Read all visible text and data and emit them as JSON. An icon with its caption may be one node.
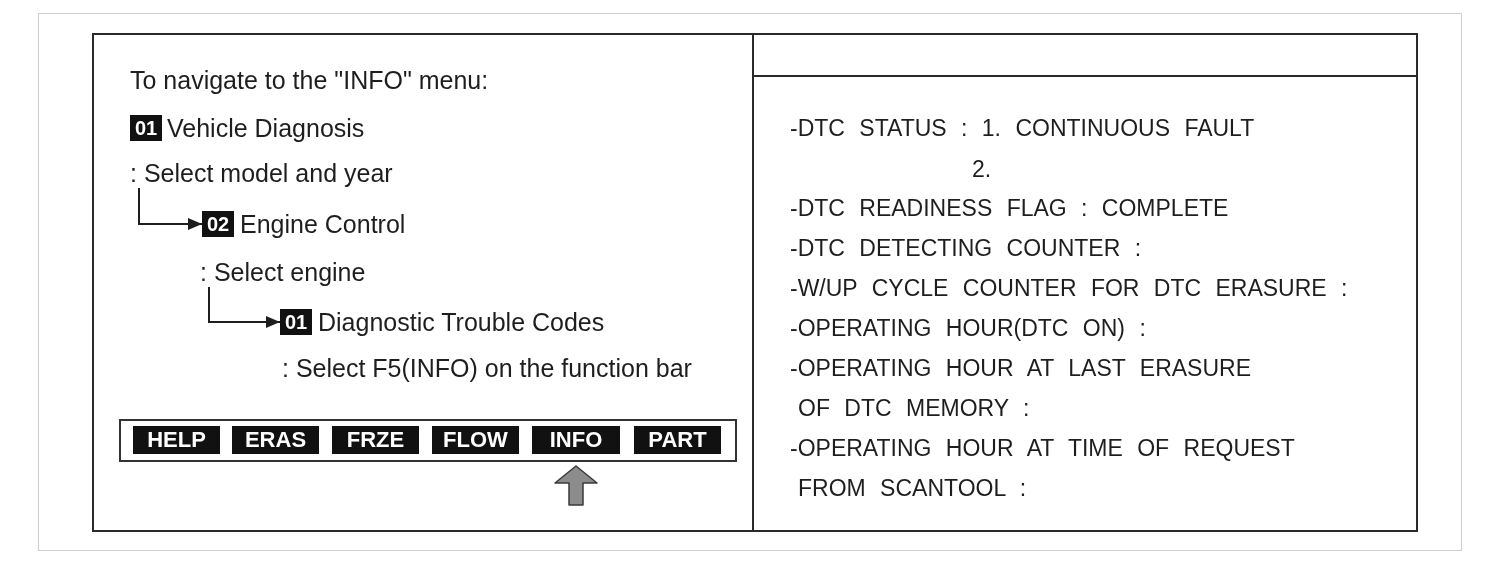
{
  "diagram": {
    "nodes": [
      {
        "text": [
          "To navigate to the \"INFO\" menu:",
          ": Select F5(INFO) on the function bar"
        ]
      },
      {
        "text": [
          "01"
        ],
        "in": 0,
        "beside": [
          "Vehicle Diagnosis"
        ]
      },
      {
        "text": [
          ": Select model and year"
        ],
        "in": 0
      },
      {
        "text": [
          "02"
        ],
        "in": 0,
        "beside": [
          "Engine Control"
        ]
      },
      {
        "text": [
          ": Select engine"
        ],
        "in": 0
      },
      {
        "text": [
          "01"
        ],
        "in": 0,
        "beside": [
          "Diagnostic Trouble Codes"
        ]
      },
      {
        "text": [],
        "shape": "box",
        "in": 0
      },
      {
        "text": [
          "HELP"
        ],
        "in": 6
      },
      {
        "text": [
          "ERAS"
        ],
        "in": 6
      },
      {
        "text": [
          "FRZE"
        ],
        "in": 6
      },
      {
        "text": [
          "FLOW"
        ],
        "in": 6
      },
      {
        "text": [
          "INFO"
        ],
        "in": 6
      },
      {
        "text": [
          "PART"
        ],
        "in": 6
      },
      {
        "text": [
          "-DTC STATUS : 1. CONTINUOUS FAULT",
          "2.",
          "-DTC READINESS FLAG : COMPLETE",
          "-DTC DETECTING COUNTER :",
          "-W/UP CYCLE COUNTER FOR DTC ERASURE :",
          "-OPERATING HOUR(DTC ON) :",
          "-OPERATING HOUR AT LAST ERASURE OF DTC MEMORY :",
          "-OPERATING HOUR AT TIME OF REQUEST FROM SCANTOOL :"
        ]
      }
    ],
    "edges": [
      {
        "from": 2,
        "to": 3,
        "arrow": "to"
      },
      {
        "from": 4,
        "to": 5,
        "arrow": "to"
      },
      {
        "from": null,
        "to": 11,
        "arrow": "to",
        "style": "thick",
        "color": "#8c8c8c"
      }
    ]
  }
}
